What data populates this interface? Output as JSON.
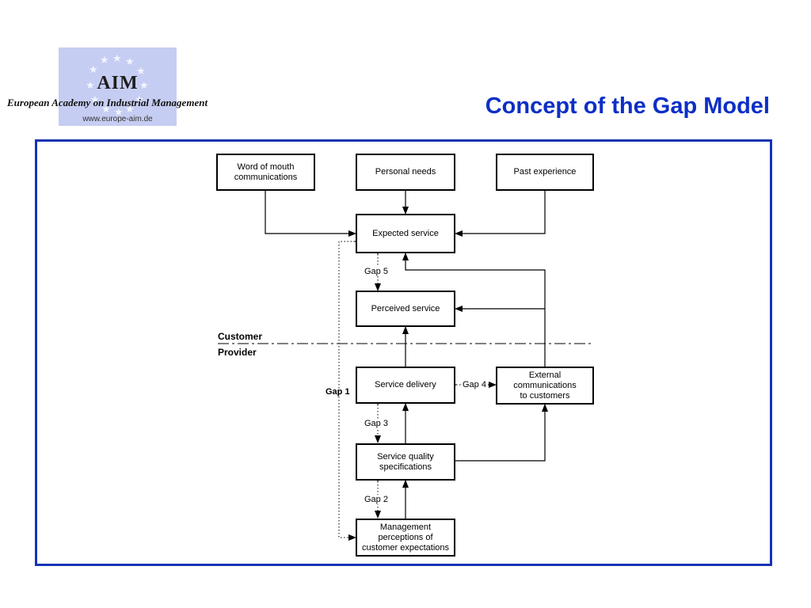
{
  "logo": {
    "mark": "AIM",
    "academy": "European Academy on Industrial Management",
    "url": "www.europe-aim.de"
  },
  "slide": {
    "title": "Concept of the Gap Model"
  },
  "diagram": {
    "nodes": {
      "word_of_mouth": [
        "Word of mouth",
        "communications"
      ],
      "personal_needs": [
        "Personal needs"
      ],
      "past_experience": [
        "Past experience"
      ],
      "expected_service": [
        "Expected service"
      ],
      "perceived_service": [
        "Perceived service"
      ],
      "service_delivery": [
        "Service delivery"
      ],
      "external_comms": [
        "External",
        "communications",
        "to customers"
      ],
      "quality_specs": [
        "Service quality",
        "specifications"
      ],
      "mgmt_perceptions": [
        "Management",
        "perceptions of",
        "customer expectations"
      ]
    },
    "gaps": {
      "gap1": "Gap 1",
      "gap2": "Gap 2",
      "gap3": "Gap 3",
      "gap4": "Gap 4",
      "gap5": "Gap 5"
    },
    "zones": {
      "customer": "Customer",
      "provider": "Provider"
    }
  }
}
